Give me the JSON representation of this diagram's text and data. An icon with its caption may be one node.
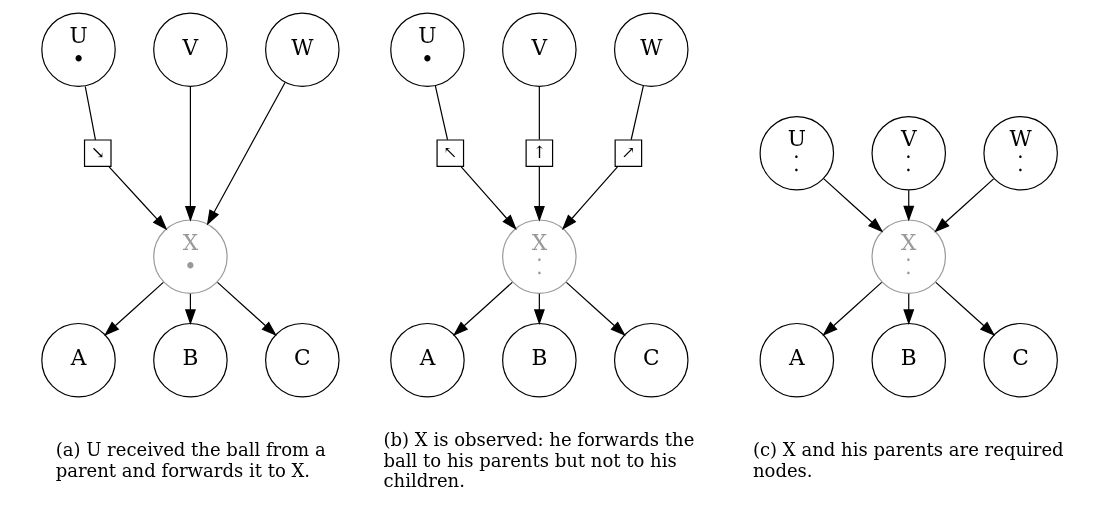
{
  "diagram": {
    "nodes": [
      {
        "text": [
          "U",
          "•"
        ]
      },
      {
        "text": [
          "V"
        ]
      },
      {
        "text": [
          "W"
        ]
      },
      {
        "text": [
          "↘"
        ]
      },
      {
        "text": [
          "X",
          "•"
        ]
      },
      {
        "text": [
          "A"
        ]
      },
      {
        "text": [
          "B"
        ]
      },
      {
        "text": [
          "C"
        ]
      },
      {
        "text": [
          "U",
          "•"
        ]
      },
      {
        "text": [
          "V"
        ]
      },
      {
        "text": [
          "W"
        ]
      },
      {
        "text": [
          "↖"
        ]
      },
      {
        "text": [
          "↑"
        ]
      },
      {
        "text": [
          "↗"
        ]
      },
      {
        "text": [
          "X",
          "⁚"
        ]
      },
      {
        "text": [
          "A"
        ]
      },
      {
        "text": [
          "B"
        ]
      },
      {
        "text": [
          "C"
        ]
      },
      {
        "text": [
          "U",
          "⁚"
        ]
      },
      {
        "text": [
          "V",
          "⁚"
        ]
      },
      {
        "text": [
          "W",
          "⁚"
        ]
      },
      {
        "text": [
          "X",
          "⁚"
        ]
      },
      {
        "text": [
          "A"
        ]
      },
      {
        "text": [
          "B"
        ]
      },
      {
        "text": [
          "C"
        ]
      }
    ],
    "edges": [
      {
        "from": 0,
        "to": 3,
        "arrow": "none"
      },
      {
        "from": 3,
        "to": 4,
        "arrow": "to"
      },
      {
        "from": 1,
        "to": 4,
        "arrow": "to"
      },
      {
        "from": 2,
        "to": 4,
        "arrow": "to"
      },
      {
        "from": 4,
        "to": 5,
        "arrow": "to"
      },
      {
        "from": 4,
        "to": 6,
        "arrow": "to"
      },
      {
        "from": 4,
        "to": 7,
        "arrow": "to"
      },
      {
        "from": 8,
        "to": 11,
        "arrow": "none"
      },
      {
        "from": 11,
        "to": 14,
        "arrow": "to"
      },
      {
        "from": 9,
        "to": 12,
        "arrow": "none"
      },
      {
        "from": 12,
        "to": 14,
        "arrow": "to"
      },
      {
        "from": 10,
        "to": 13,
        "arrow": "none"
      },
      {
        "from": 13,
        "to": 14,
        "arrow": "to"
      },
      {
        "from": 14,
        "to": 15,
        "arrow": "to"
      },
      {
        "from": 14,
        "to": 16,
        "arrow": "to"
      },
      {
        "from": 14,
        "to": 17,
        "arrow": "to"
      },
      {
        "from": 18,
        "to": 21,
        "arrow": "to"
      },
      {
        "from": 19,
        "to": 21,
        "arrow": "to"
      },
      {
        "from": 20,
        "to": 21,
        "arrow": "to"
      },
      {
        "from": 21,
        "to": 22,
        "arrow": "to"
      },
      {
        "from": 21,
        "to": 23,
        "arrow": "to"
      },
      {
        "from": 21,
        "to": 24,
        "arrow": "to"
      }
    ],
    "labels": [
      "(a) U received the ball from a parent and forwards it to X.",
      "(b) X is observed: he forwards the ball to his parents but not to his children.",
      "(c) X and his parents are required nodes."
    ]
  }
}
